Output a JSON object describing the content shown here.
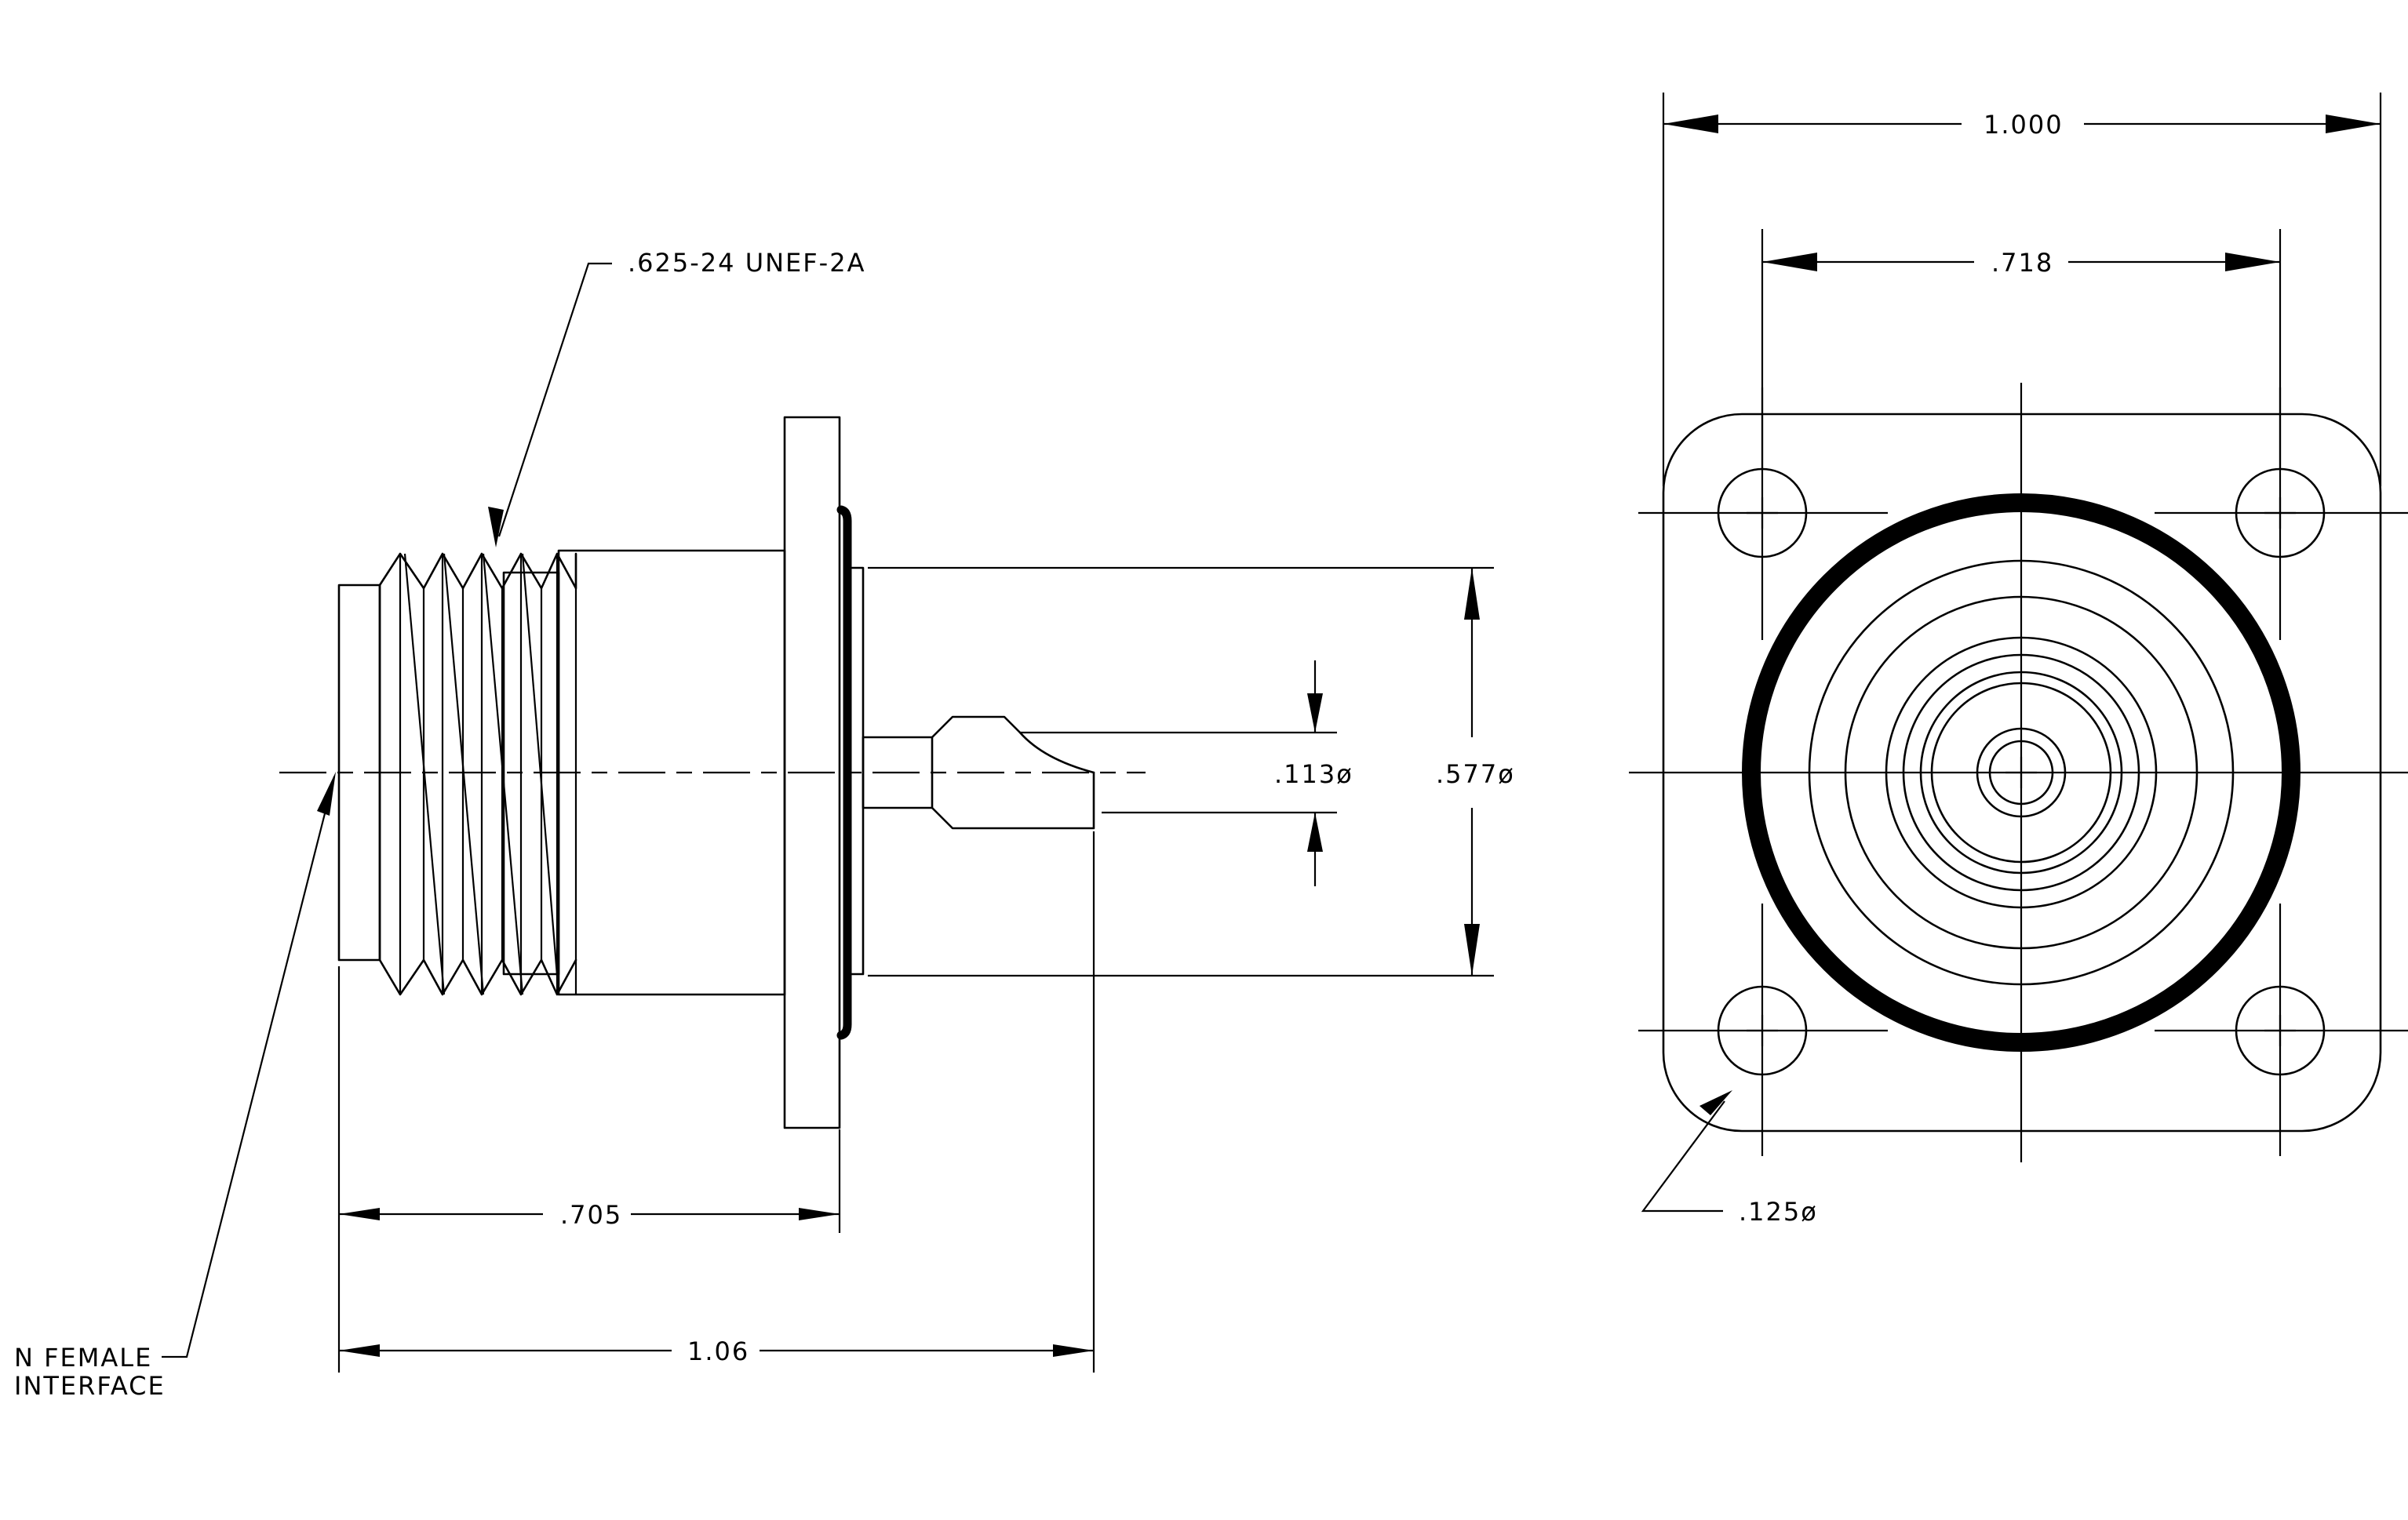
{
  "labels": {
    "thread_spec": ".625-24 UNEF-2A",
    "interface_line1": "N FEMALE",
    "interface_line2": "INTERFACE",
    "dim_flange_length": ".705",
    "dim_overall_length": "1.06",
    "dim_pin_diameter": ".113ø",
    "dim_body_diameter": ".577ø",
    "dim_flange_width": "1.000",
    "dim_hole_spacing": ".718",
    "dim_hole_diameter": ".125ø"
  },
  "colors": {
    "ink": "#000000",
    "paper": "#ffffff"
  }
}
